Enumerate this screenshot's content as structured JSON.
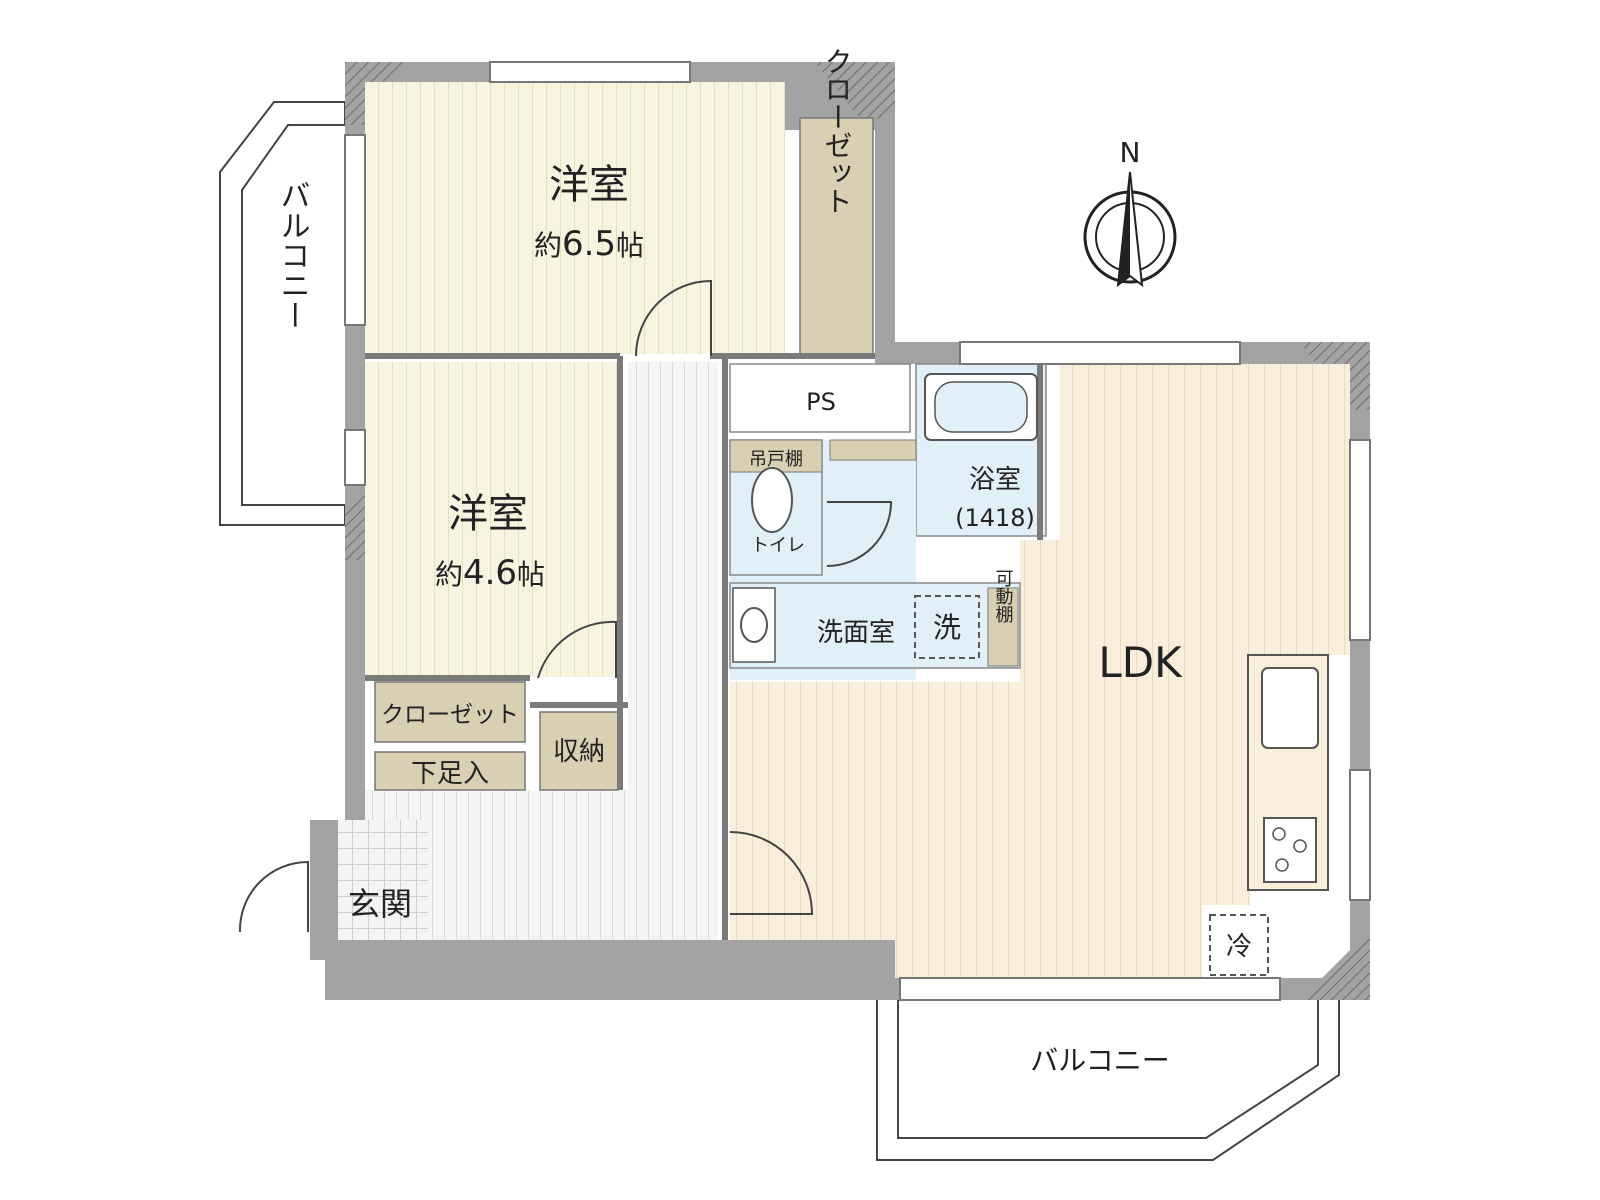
{
  "colors": {
    "wall": "#a3a3a3",
    "wall_edge": "#5c5c5c",
    "bedroom_floor": "#f7f4e2",
    "ldk_floor": "#f9eedb",
    "hall_floor": "#f3f3f3",
    "wet_area": "#e1eff9",
    "storage": "#d9d0b4",
    "balcony_line": "#444444",
    "text": "#222222"
  },
  "rooms": {
    "bedroom_1": {
      "name": "洋室",
      "size_prefix": "約",
      "size_value": "6.5",
      "size_unit": "帖"
    },
    "bedroom_2": {
      "name": "洋室",
      "size_prefix": "約",
      "size_value": "4.6",
      "size_unit": "帖"
    },
    "ldk": {
      "name": "LDK"
    },
    "bath": {
      "name": "浴室",
      "size": "(1418)"
    },
    "washroom": {
      "name": "洗面室"
    },
    "toilet": {
      "name": "トイレ"
    },
    "entrance": {
      "name": "玄関"
    },
    "ps": {
      "name": "PS"
    }
  },
  "storage": {
    "closet_vertical": "クローゼット",
    "closet_horizontal": "クローゼット",
    "shoe_cabinet": "下足入",
    "storage": "収納",
    "hanging_cupboard": "吊戸棚",
    "adjustable_shelf": "可動棚"
  },
  "fixtures": {
    "washer": "洗",
    "fridge": "冷"
  },
  "balconies": {
    "west": "バルコニー",
    "south": "バルコニー"
  },
  "compass": {
    "north": "N"
  }
}
